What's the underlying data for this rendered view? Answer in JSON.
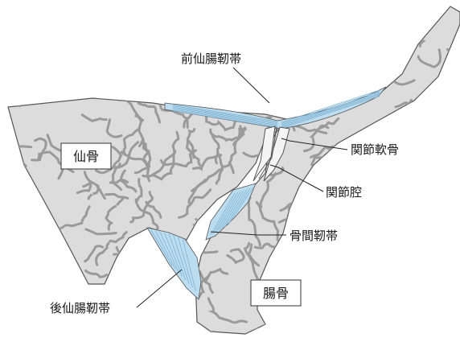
{
  "labels": {
    "anterior_ligament": "前仙腸靭帯",
    "articular_cartilage": "関節軟骨",
    "joint_cavity": "関節腔",
    "interosseous_ligament": "骨間靭帯",
    "posterior_ligament": "後仙腸靭帯",
    "sacrum": "仙骨",
    "ilium": "腸骨"
  },
  "colors": {
    "bone_fill": "#dcdcdc",
    "bone_outline": "#555555",
    "trabecula": "#9a9a9a",
    "ligament_fill": "#bcdcef",
    "ligament_fiber": "#7fb3d3",
    "cartilage_fill": "#f4f4f4",
    "leader_line": "#222222"
  }
}
